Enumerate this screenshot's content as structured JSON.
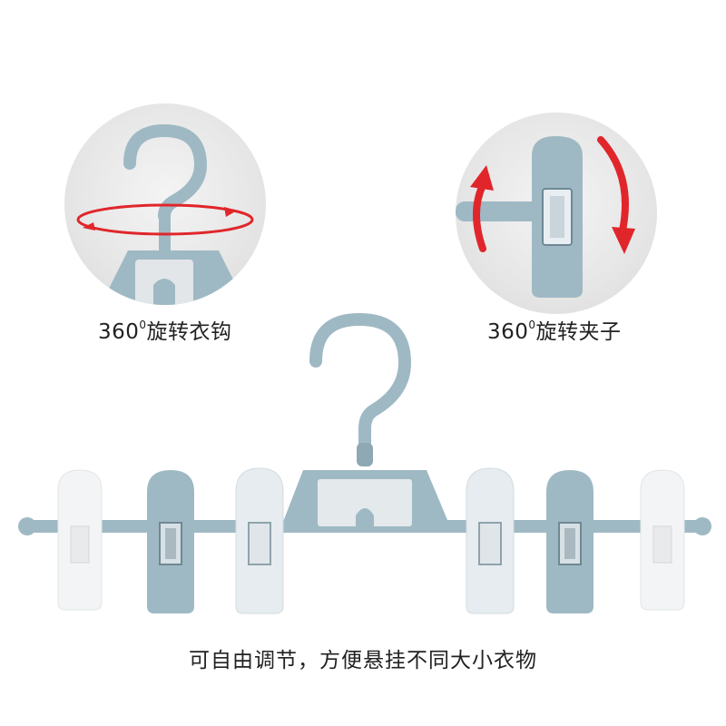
{
  "colors": {
    "hanger_blue": "#9fb9c4",
    "hanger_blue_dark": "#7f9ba8",
    "clip_white": "#f3f3f3",
    "arrow_red": "#e0262b",
    "text": "#222222"
  },
  "features": [
    {
      "number": "360",
      "superscript": "0",
      "label": "旋转衣钩",
      "icon": "rotating-hook"
    },
    {
      "number": "360",
      "superscript": "0",
      "label": "旋转夹子",
      "icon": "rotating-clip"
    }
  ],
  "caption": "可自由调节，方便悬挂不同大小衣物"
}
